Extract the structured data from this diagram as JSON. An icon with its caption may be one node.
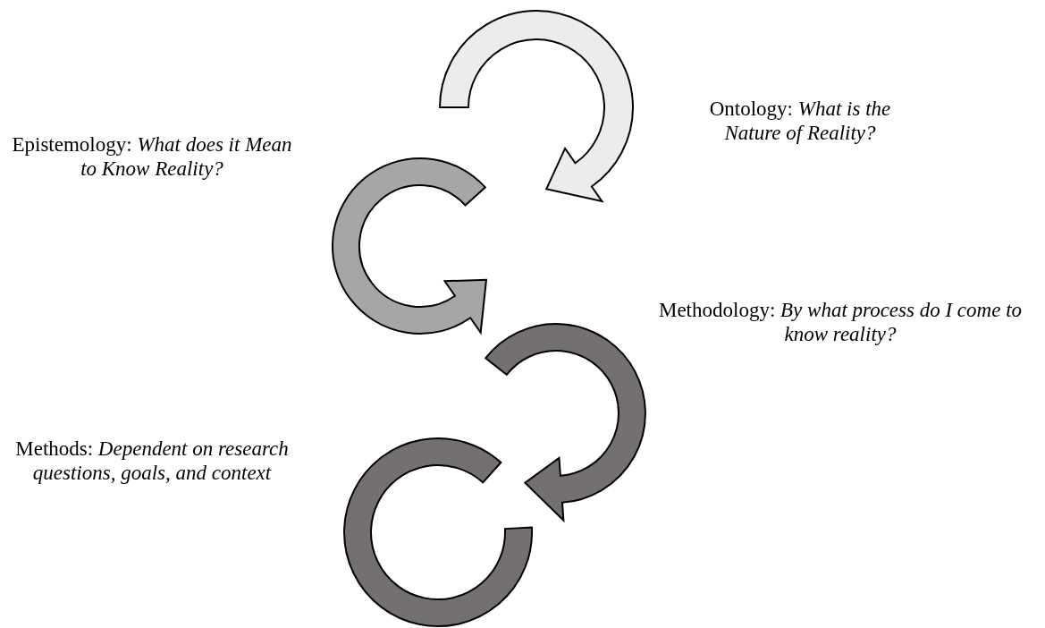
{
  "diagram": {
    "labels": [
      "Ontology: *What is the Nature of Reality?*",
      "Epistemology: *What does it Mean to Know Reality?*",
      "Methodology: *By what process do I come to know reality?*",
      "Methods: *Dependent on research questions, goals, and context*"
    ]
  }
}
